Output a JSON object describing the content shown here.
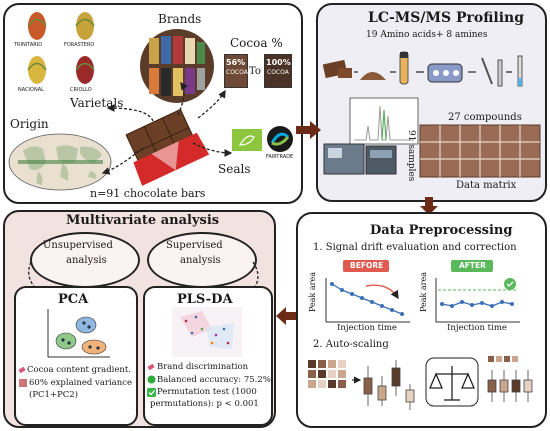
{
  "top_left": {
    "brands": "Brands",
    "cocoa_pct": "Cocoa %",
    "cocoa_from": "56%",
    "cocoa_to_word": "To",
    "cocoa_to": "100%",
    "cocoa_word": "COCOA",
    "varietals": "Varietals",
    "varietal_badges": [
      "TRINITARIO",
      "FORASTERO",
      "NACIONAL",
      "CRIOLLO"
    ],
    "origin": "Origin",
    "seals": "Seals",
    "fairtrade": "FAIRTRADE",
    "sample_count": "n=91 chocolate bars"
  },
  "top_right": {
    "title": "LC-MS/MS Profiling",
    "analytes": "19 Amino acids+ 8 amines",
    "compounds": "27 compounds",
    "samples": "91 samples",
    "matrix": "Data matrix"
  },
  "bottom_left": {
    "title": "Multivariate analysis",
    "unsupervised": [
      "Unsupervised",
      "analysis"
    ],
    "supervised": [
      "Supervised",
      "analysis"
    ],
    "pca": {
      "title": "PCA",
      "lines": [
        "Cocoa content gradient.",
        "60% explained variance",
        "(PC1+PC2)"
      ]
    },
    "plsda": {
      "title": "PLS-DA",
      "lines": [
        "Brand discrimination",
        "Balanced accuracy: 75.2%",
        "Permutation test (1000",
        "permutations): p < 0.001"
      ]
    }
  },
  "bottom_right": {
    "title": "Data Preprocessing",
    "step1": "1. Signal drift evaluation and correction",
    "before": "BEFORE",
    "after": "AFTER",
    "ylabel": "Peak area",
    "xlabel": "Injection time",
    "step2": "2. Auto-scaling"
  },
  "colors": {
    "panel_top_left": "#ffffff",
    "panel_top_right": "#eeeef4",
    "panel_bottom_left": "#f3e3e0",
    "panel_bottom_right": "#ffffff",
    "arrow": "#6b2b17",
    "chocolate": "#7a4a2e",
    "blue_series": "#3a6fb5",
    "before_red": "#e05a4f",
    "after_green": "#59b85a"
  },
  "icons": [
    "cocoa-pod-icon",
    "chocolate-bar-icon",
    "world-map-icon",
    "eu-organic-icon",
    "fairtrade-icon",
    "mass-spectrometer-icon",
    "vial-icon",
    "scale-icon",
    "check-icon",
    "pin-icon"
  ]
}
